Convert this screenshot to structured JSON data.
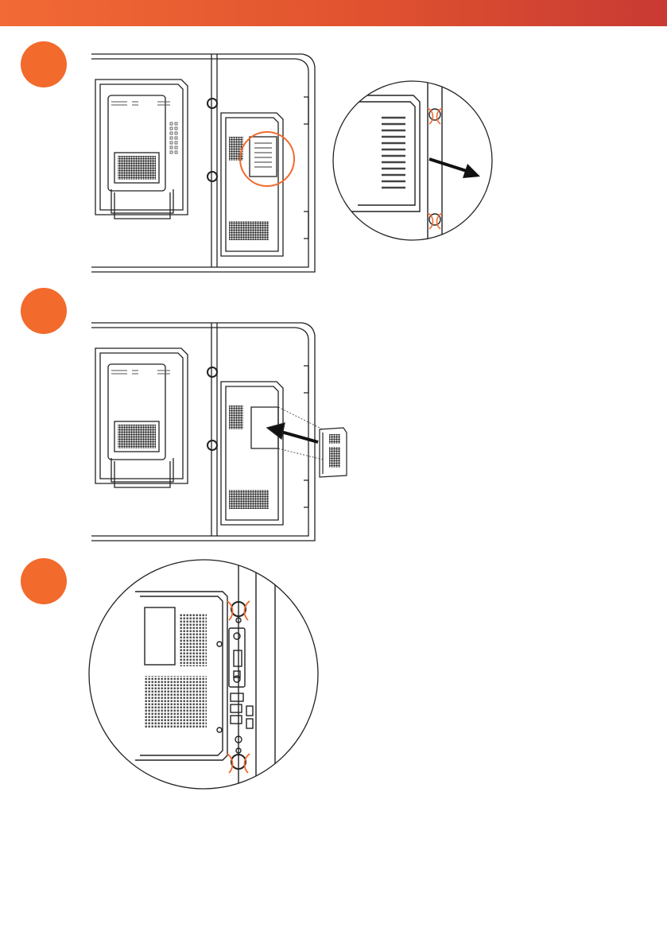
{
  "page": {
    "accent_color": "#f26a2c",
    "header_gradient": [
      "#f26a35",
      "#c83a33"
    ]
  },
  "steps": [
    {
      "icon": "step-1-badge",
      "illustration": "remove-cover-plate"
    },
    {
      "icon": "step-2-badge",
      "illustration": "insert-ops-module"
    },
    {
      "icon": "step-3-badge",
      "illustration": "tighten-thumbscrews"
    }
  ]
}
